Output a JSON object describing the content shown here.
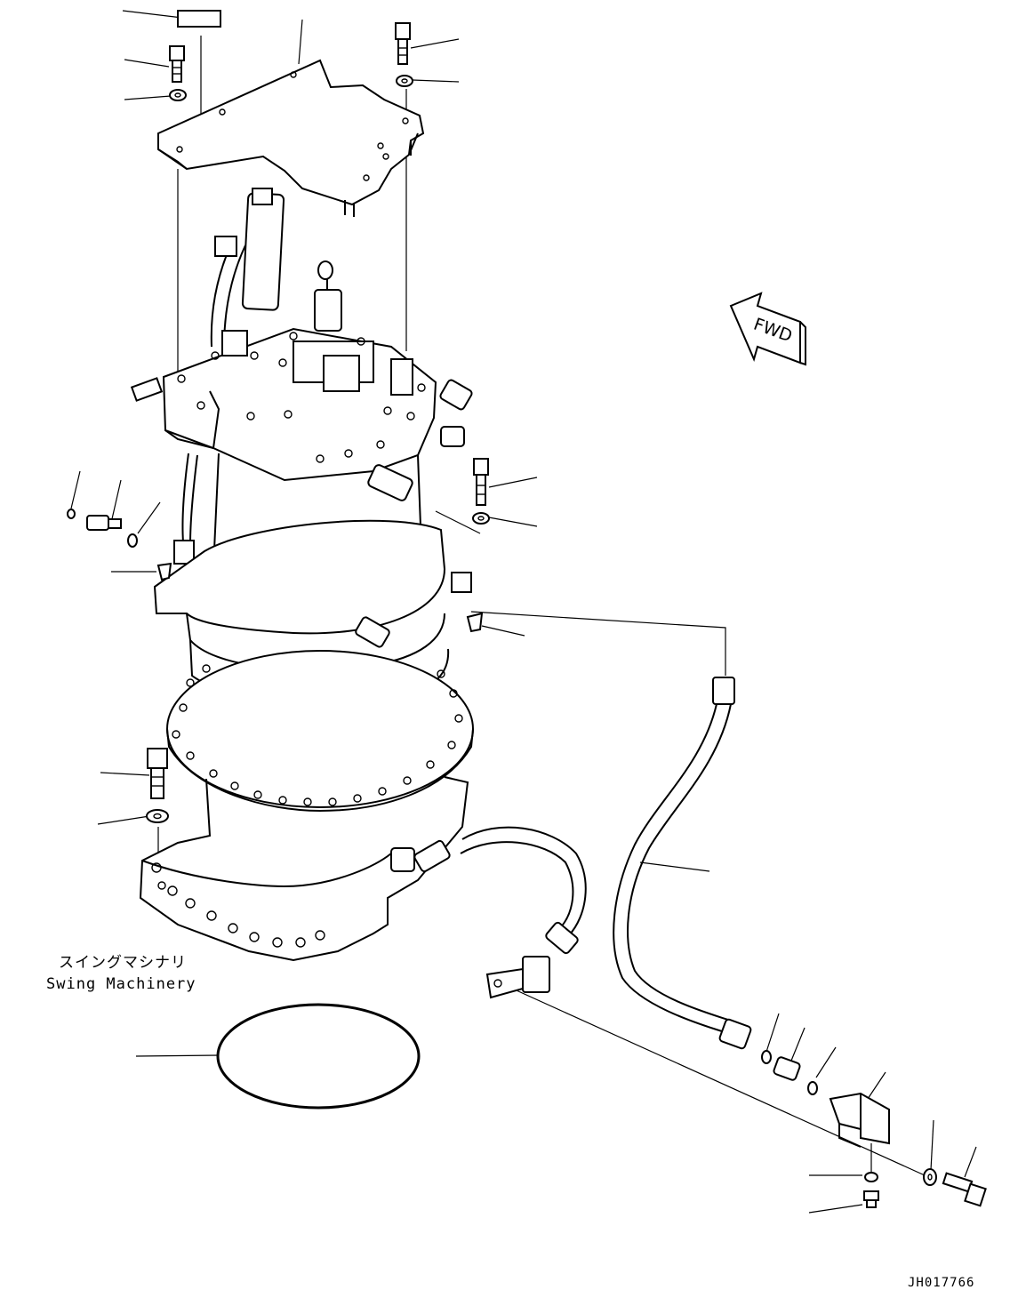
{
  "labels": {
    "assembly_name_jp": "スイングマシナリ",
    "assembly_name_en": "Swing Machinery",
    "direction_marker": "FWD",
    "drawing_code": "JH017766"
  }
}
